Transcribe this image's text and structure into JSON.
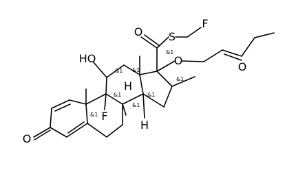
{
  "diagram": {
    "type": "chemical-structure",
    "atoms": {
      "o_ketone": "O",
      "s_thio": "S",
      "f_fluoromethyl": "F",
      "o_thioester": "O",
      "o_ester_link": "O",
      "o_propionate": "O",
      "o_hydroxyl": "HO",
      "f_ring": "F",
      "h_c8": "H",
      "h_c14": "H"
    },
    "stereo_labels": {
      "c17": "&1",
      "c13": "&1",
      "c11": "&1",
      "c9": "&1",
      "c10": "&1",
      "c8": "&1",
      "c14": "&1",
      "c16": "&1"
    }
  }
}
